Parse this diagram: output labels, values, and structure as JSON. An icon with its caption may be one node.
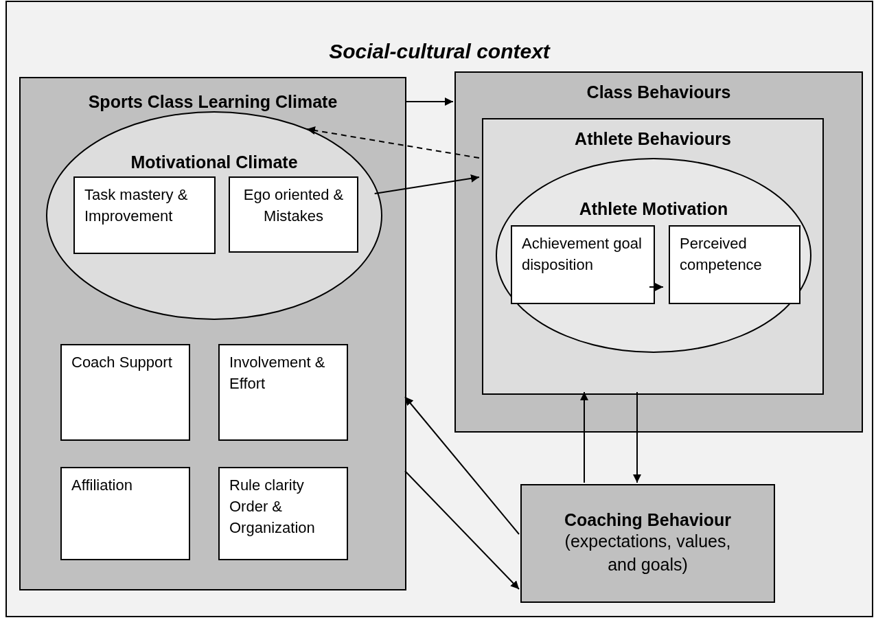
{
  "diagram": {
    "title": "Social-cultural context",
    "nodes": [
      {
        "text": [
          "Sports Class Learning Climate"
        ]
      },
      {
        "text": [
          "Motivational Climate"
        ],
        "in": 0
      },
      {
        "text": [
          "Task mastery & Improvement"
        ],
        "in": 1
      },
      {
        "text": [
          "Ego oriented & Mistakes"
        ],
        "in": 1
      },
      {
        "text": [
          "Coach Support"
        ],
        "in": 0
      },
      {
        "text": [
          "Involvement & Effort"
        ],
        "in": 0
      },
      {
        "text": [
          "Affiliation"
        ],
        "in": 0
      },
      {
        "text": [
          "Rule clarity Order & Organization"
        ],
        "in": 0
      },
      {
        "text": [
          "Class Behaviours"
        ]
      },
      {
        "text": [
          "Athlete Behaviours"
        ],
        "in": 8
      },
      {
        "text": [
          "Athlete Motivation"
        ],
        "in": 9
      },
      {
        "text": [
          "Achievement goal disposition"
        ],
        "in": 10
      },
      {
        "text": [
          "Perceived competence"
        ],
        "in": 10
      },
      {
        "text": [
          "Coaching Behaviour",
          "(expectations, values, and goals)"
        ]
      }
    ],
    "edges": [
      {
        "from": 0,
        "to": 8,
        "arrow": "to"
      },
      {
        "from": 1,
        "to": 9,
        "arrow": "to"
      },
      {
        "from": 9,
        "to": 1,
        "arrow": "to",
        "style": "dashed"
      },
      {
        "from": 11,
        "to": 12,
        "arrow": "to"
      },
      {
        "from": 13,
        "to": 9,
        "arrow": "to"
      },
      {
        "from": 9,
        "to": 13,
        "arrow": "to"
      },
      {
        "from": 13,
        "to": 0,
        "arrow": "to"
      },
      {
        "from": 0,
        "to": 13,
        "arrow": "to"
      }
    ]
  }
}
